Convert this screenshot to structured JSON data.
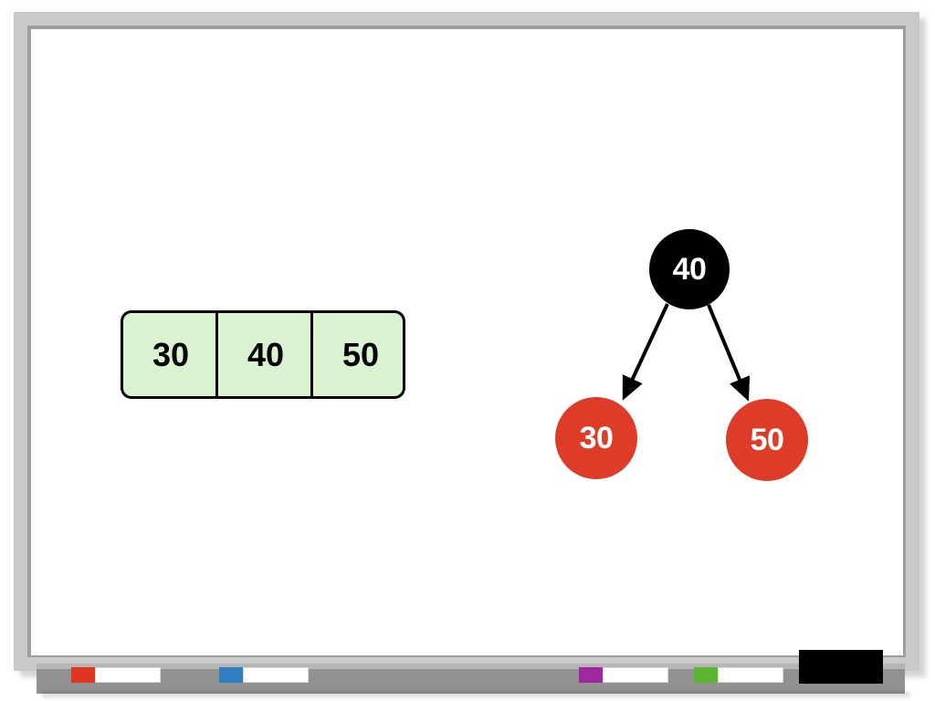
{
  "whiteboard": {
    "frame_color": "#c9c9c9",
    "bevel_color": "#9e9e9e",
    "surface_color": "#ffffff"
  },
  "array": {
    "label": "array-representation",
    "fill_color": "#d9f2d0",
    "border_color": "#000000",
    "cells": [
      {
        "value": "30"
      },
      {
        "value": "40"
      },
      {
        "value": "50"
      }
    ]
  },
  "tree": {
    "label": "binary-search-tree",
    "root_color": "#000000",
    "child_color": "#dc3c28",
    "edge_color": "#000000",
    "nodes": [
      {
        "id": "root",
        "value": "40",
        "role": "root"
      },
      {
        "id": "left",
        "value": "30",
        "role": "left-child"
      },
      {
        "id": "right",
        "value": "50",
        "role": "right-child"
      }
    ],
    "edges": [
      {
        "from": "40",
        "to": "30"
      },
      {
        "from": "40",
        "to": "50"
      }
    ]
  },
  "tray": {
    "tray_color": "#919191",
    "markers": [
      {
        "name": "red-marker",
        "color": "#e03520"
      },
      {
        "name": "blue-marker",
        "color": "#2f7fc1"
      },
      {
        "name": "purple-marker",
        "color": "#9c2a9c"
      },
      {
        "name": "green-marker",
        "color": "#5cb531"
      }
    ],
    "eraser": {
      "name": "eraser",
      "color": "#000000"
    }
  }
}
